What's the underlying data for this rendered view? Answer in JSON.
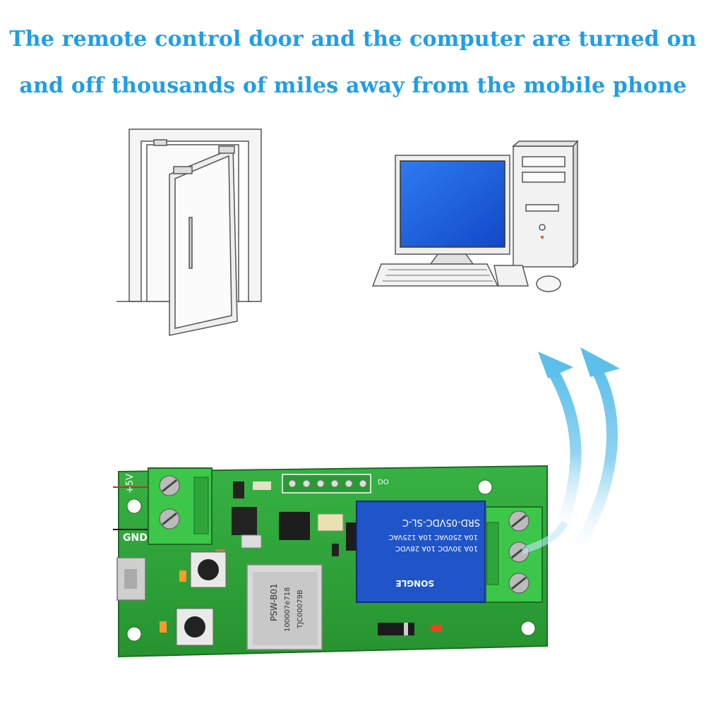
{
  "headline": {
    "line1": "The remote control door and the computer are turned on",
    "line2": "and off thousands of miles away from the mobile phone"
  },
  "board": {
    "pin_vcc": "+5V",
    "pin_gnd": "GND",
    "header_label": "DO",
    "module_model": "PSW-B01",
    "module_code": "100007e718",
    "module_id": "TJC00079B",
    "relay_model": "SRD-05VDC-SL-C",
    "relay_rating_1": "10A 250VAC  10A 125VAC",
    "relay_rating_2": "10A 30VDC  10A 28VDC",
    "relay_brand": "SONGLE"
  },
  "colors": {
    "headline": "#1f9ee8",
    "pcb": "#2fa83a",
    "terminal": "#3cc74a",
    "relay": "#1f55c8",
    "arrow": "#7fcdf0",
    "monitor_screen": "#1e63e6"
  }
}
